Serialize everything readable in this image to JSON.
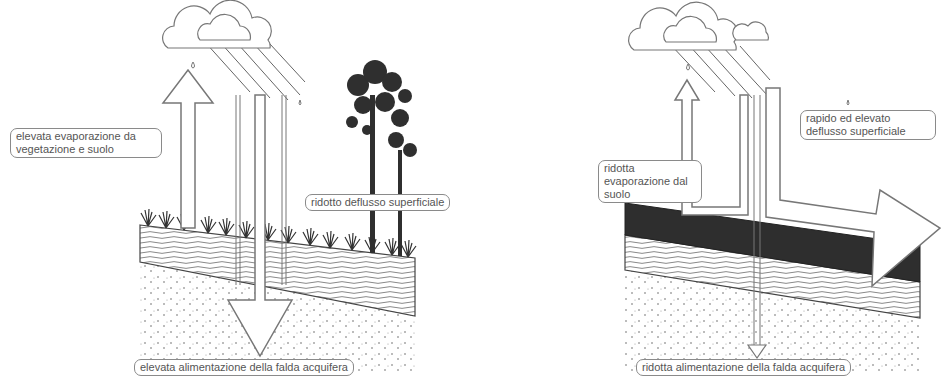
{
  "diagram": {
    "nodes": [
      {
        "text": [
          "elevata evaporazione da vegetazione e suolo"
        ]
      },
      {
        "text": [
          "ridotto deflusso superficiale"
        ]
      },
      {
        "text": [
          "elevata alimentazione della falda acquifera"
        ]
      },
      {
        "text": [
          "ridotta evaporazione dal suolo"
        ]
      },
      {
        "text": [
          "rapido ed elevato deflusso superficiale"
        ]
      },
      {
        "text": [
          "ridotta alimentazione della falda acquifera"
        ]
      }
    ]
  }
}
